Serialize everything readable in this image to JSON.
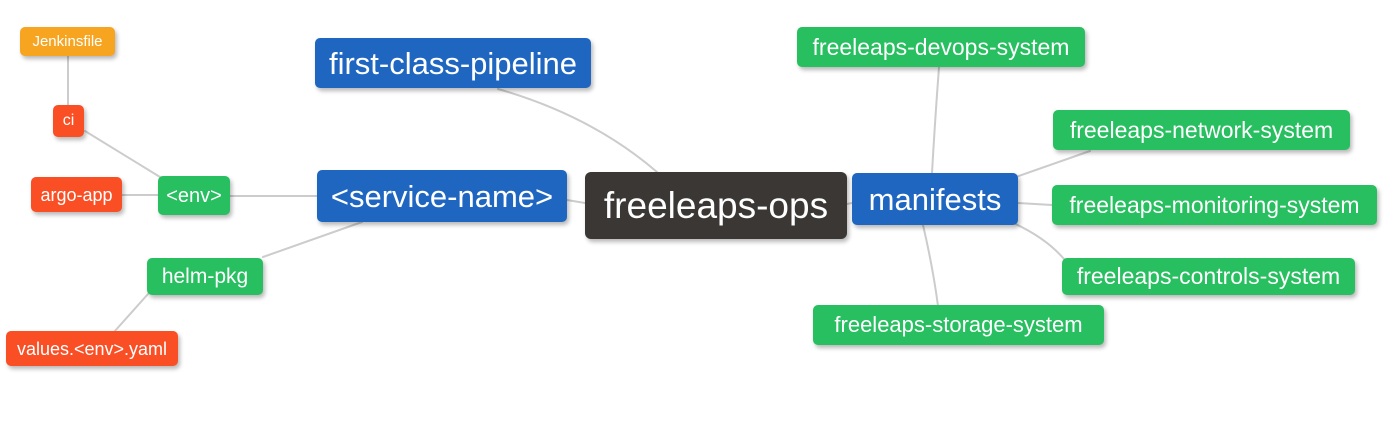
{
  "diagram_type": "mindmap",
  "colors": {
    "canvas_bg": "#ffffff",
    "text": "#ffffff",
    "edge": "#cccccc",
    "root_bg": "#3b3735",
    "branch_bg": "#1f66c1",
    "green_bg": "#27bf5f",
    "red_bg": "#fa4e24",
    "amber_bg": "#f7a420"
  },
  "nodes": {
    "freeleaps_ops": {
      "label": "freeleaps-ops",
      "level": 0
    },
    "first_class_pipeline": {
      "label": "first-class-pipeline",
      "level": 1
    },
    "service_name": {
      "label": "<service-name>",
      "level": 1
    },
    "manifests": {
      "label": "manifests",
      "level": 1
    },
    "env": {
      "label": "<env>",
      "level": 2
    },
    "helm_pkg": {
      "label": "helm-pkg",
      "level": 2
    },
    "devops_system": {
      "label": "freeleaps-devops-system",
      "level": 2
    },
    "network_system": {
      "label": "freeleaps-network-system",
      "level": 2
    },
    "monitoring_system": {
      "label": "freeleaps-monitoring-system",
      "level": 2
    },
    "controls_system": {
      "label": "freeleaps-controls-system",
      "level": 2
    },
    "storage_system": {
      "label": "freeleaps-storage-system",
      "level": 2
    },
    "ci": {
      "label": "ci",
      "level": 3
    },
    "argo_app": {
      "label": "argo-app",
      "level": 3
    },
    "values_env_yaml": {
      "label": "values.<env>.yaml",
      "level": 3
    },
    "jenkinsfile": {
      "label": "Jenkinsfile",
      "level": 4
    }
  },
  "edges": [
    {
      "from": "freeleaps_ops",
      "to": "first_class_pipeline"
    },
    {
      "from": "freeleaps_ops",
      "to": "service_name"
    },
    {
      "from": "freeleaps_ops",
      "to": "manifests"
    },
    {
      "from": "service_name",
      "to": "env"
    },
    {
      "from": "service_name",
      "to": "helm_pkg"
    },
    {
      "from": "env",
      "to": "ci"
    },
    {
      "from": "env",
      "to": "argo_app"
    },
    {
      "from": "ci",
      "to": "jenkinsfile"
    },
    {
      "from": "helm_pkg",
      "to": "values_env_yaml"
    },
    {
      "from": "manifests",
      "to": "devops_system"
    },
    {
      "from": "manifests",
      "to": "network_system"
    },
    {
      "from": "manifests",
      "to": "monitoring_system"
    },
    {
      "from": "manifests",
      "to": "controls_system"
    },
    {
      "from": "manifests",
      "to": "storage_system"
    }
  ]
}
